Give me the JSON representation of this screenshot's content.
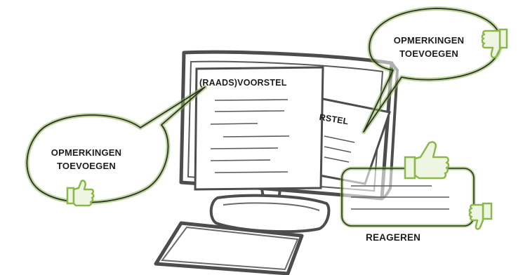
{
  "document": {
    "front_title": "(RAADS)VOORSTEL",
    "back_title_fragment": "RSTEL"
  },
  "bubble_left": {
    "line1": "OPMERKINGEN",
    "line2": "TOEVOEGEN",
    "icon": "thumbs-up-icon"
  },
  "bubble_top_right": {
    "line1": "OPMERKINGEN",
    "line2": "TOEVOEGEN",
    "icon": "thumbs-down-icon"
  },
  "reply_card": {
    "label": "REAGEREN",
    "icon_top": "thumbs-up-icon",
    "icon_bottom": "thumbs-down-icon"
  },
  "colors": {
    "stroke": "#4d4d4d",
    "accent_green": "#8ab84a",
    "pale_green": "#eef5e2"
  }
}
